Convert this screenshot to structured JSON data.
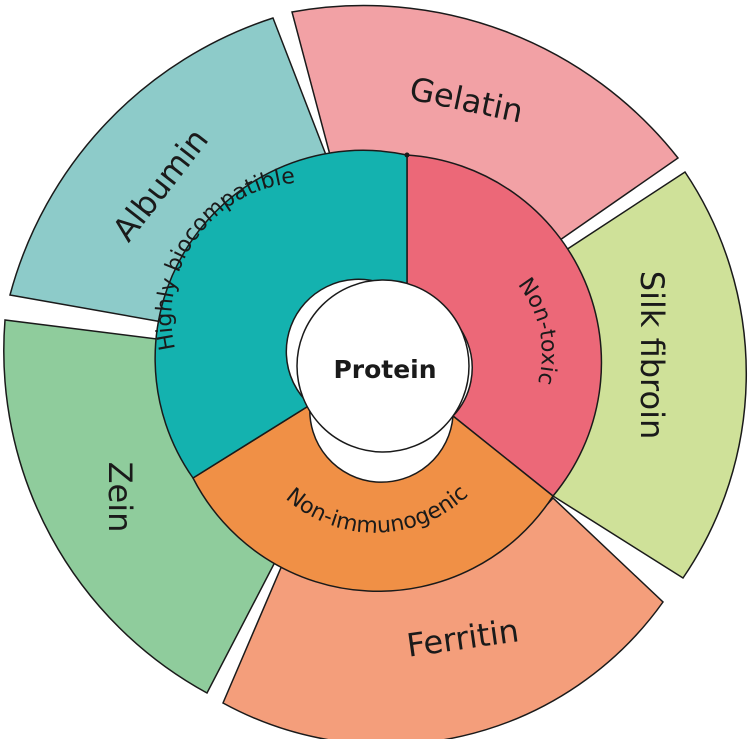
{
  "center": {
    "label": "Protein"
  },
  "inner_ring": [
    {
      "label": "Non-toxic",
      "color": "#ec6878"
    },
    {
      "label": "Non-immunogenic",
      "color": "#f09046"
    },
    {
      "label": "Highly biocompatible",
      "color": "#14b2af"
    }
  ],
  "outer_ring": [
    {
      "label": "Gelatin",
      "color": "#f2a1a5"
    },
    {
      "label": "Silk fibroin",
      "color": "#cfe199"
    },
    {
      "label": "Ferritin",
      "color": "#f49e7b"
    },
    {
      "label": "Zein",
      "color": "#8fcc9c"
    },
    {
      "label": "Albumin",
      "color": "#8dcbc9"
    }
  ]
}
